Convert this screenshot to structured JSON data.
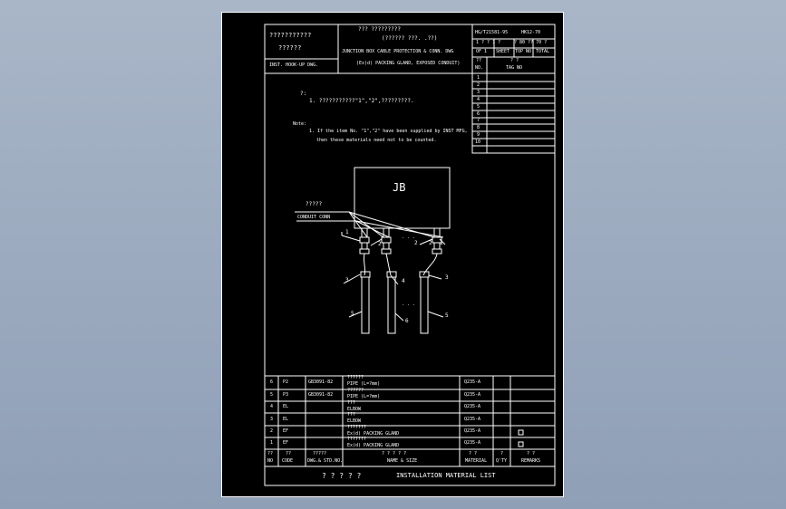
{
  "title_block": {
    "left_line1": "???????????",
    "left_line2": "??????",
    "left_line3": "INST. HOOK-UP DWG.",
    "center_line1": "??? ?????????",
    "center_line2": "(?????? ???.  .??)",
    "center_line3": "JUNCTION BOX CABLE PROTECTION & CONN. DWG",
    "center_line4": "(Ex)d) PACKING GLAND, EXPOSED CONDUIT)",
    "code": "HG/T21581-95",
    "code2": "HK12-70",
    "sheet_top": "1  ? ?  1 ?",
    "sheet_label1": "OF 1",
    "sheet_label2": "SHEET",
    "sheet_top2": "? 80 ?? 70 ?",
    "sheet_label3": "TOP NO",
    "sheet_label4": "TOTAL"
  },
  "revision_table": {
    "header_no_a": "??",
    "header_no_b": "NO.",
    "header_tag_a": "?  ?",
    "header_tag_b": "TAG  NO",
    "rows": [
      "1",
      "2",
      "3",
      "4",
      "5",
      "6",
      "7",
      "8",
      "9",
      "10"
    ]
  },
  "notes": {
    "cn_label": "?:",
    "cn_line": "1. ???????????\"1\",\"2\",?????????.",
    "en_label": "Note:",
    "en_line1": "1. If the item No. \"1\",\"2\" have been supplied by INST MFG,",
    "en_line2": "then these materials need not to be counted."
  },
  "diagram": {
    "jb_label": "JB",
    "conduit_label_cn": "?????",
    "conduit_label_en": "CONDUIT CONN",
    "dots1": ". . .",
    "dots2": ". . .",
    "callouts": {
      "c1": "1",
      "c2a": "2",
      "c2b": "2",
      "c2c": "2",
      "c1b": "1",
      "c3a": "3",
      "c4": "4",
      "c3b": "3",
      "c5a": "5",
      "c6": "6",
      "c5b": "5"
    }
  },
  "material_list": {
    "rows": [
      {
        "no": "6",
        "code": "P2",
        "std": "GB3091-82",
        "name_cn": "??????",
        "name_en": "PIPE (L=?mm)",
        "material": "Q235-A",
        "qty": "",
        "check": false
      },
      {
        "no": "5",
        "code": "P3",
        "std": "GB3091-82",
        "name_cn": "??????",
        "name_en": "PIPE (L=?mm)",
        "material": "Q235-A",
        "qty": "",
        "check": false
      },
      {
        "no": "4",
        "code": "EL",
        "std": "",
        "name_cn": "???",
        "name_en": "ELBOW",
        "material": "Q235-A",
        "qty": "",
        "check": false
      },
      {
        "no": "3",
        "code": "EL",
        "std": "",
        "name_cn": "???",
        "name_en": "ELBOW",
        "material": "Q235-A",
        "qty": "",
        "check": false
      },
      {
        "no": "2",
        "code": "EF",
        "std": "",
        "name_cn": "???????",
        "name_en": "Ex(d) PACKING GLAND",
        "material": "Q235-A",
        "qty": "",
        "check": true
      },
      {
        "no": "1",
        "code": "EF",
        "std": "",
        "name_cn": "???????",
        "name_en": "Ex(d) PACKING GLAND",
        "material": "Q235-A",
        "qty": "",
        "check": true
      }
    ],
    "header": {
      "no_cn": "??",
      "no_en": "NO",
      "code_cn": "??",
      "code_en": "CODE",
      "std_cn": "?????",
      "std_en": "DWG.& STD.NO.",
      "name_cn": "?  ?  ?  ?  ?",
      "name_en": "NAME & SIZE",
      "material_cn": "?  ?",
      "material_en": "MATERIAL",
      "qty_cn": "?",
      "qty_en": "Q'TY",
      "remarks_cn": "?  ?",
      "remarks_en": "REMARKS"
    },
    "footer_cn": "? ? ? ? ?",
    "footer_en": "INSTALLATION MATERIAL LIST"
  },
  "colors": {
    "background_top": "#a9b6c8",
    "background_bottom": "#8f9fb6",
    "sheet": "#000000",
    "line": "#ffffff"
  }
}
